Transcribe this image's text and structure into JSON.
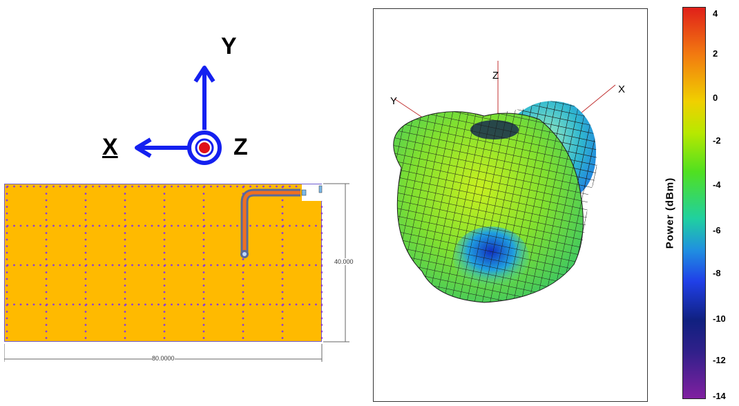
{
  "coordinate_axes": {
    "y_label": "Y",
    "x_label": "X",
    "z_label": "Z"
  },
  "board": {
    "width_dimension": "80.0000",
    "height_dimension": "40.000"
  },
  "radiation_plot": {
    "axis_x": "X",
    "axis_y": "Y",
    "axis_z": "Z",
    "colors": {
      "low": "#30208a",
      "mid": "#50e020",
      "high": "#e0201a",
      "mesh": "#1a1a1a"
    }
  },
  "colorbar": {
    "title": "Power  (dBm)",
    "ticks": [
      "4",
      "2",
      "0",
      "-2",
      "-4",
      "-6",
      "-8",
      "-10",
      "-12",
      "-14"
    ]
  }
}
